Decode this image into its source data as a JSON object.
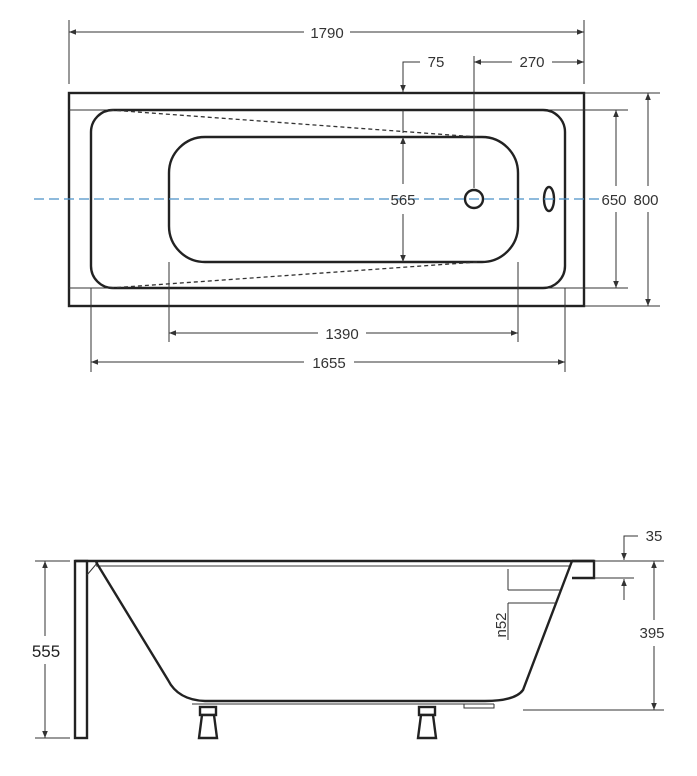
{
  "top_view": {
    "overall_length": "1790",
    "overflow_offset": "75",
    "drain_offset": "270",
    "inner_width": "565",
    "bowl_width": "650",
    "overall_width": "800",
    "bottom_length": "1390",
    "inner_length": "1655"
  },
  "side_view": {
    "rim_thickness": "35",
    "overall_height": "555",
    "inner_depth": "395",
    "overflow_label": "n52"
  },
  "colors": {
    "centerline": "#4a90c8",
    "outline": "#222222"
  }
}
